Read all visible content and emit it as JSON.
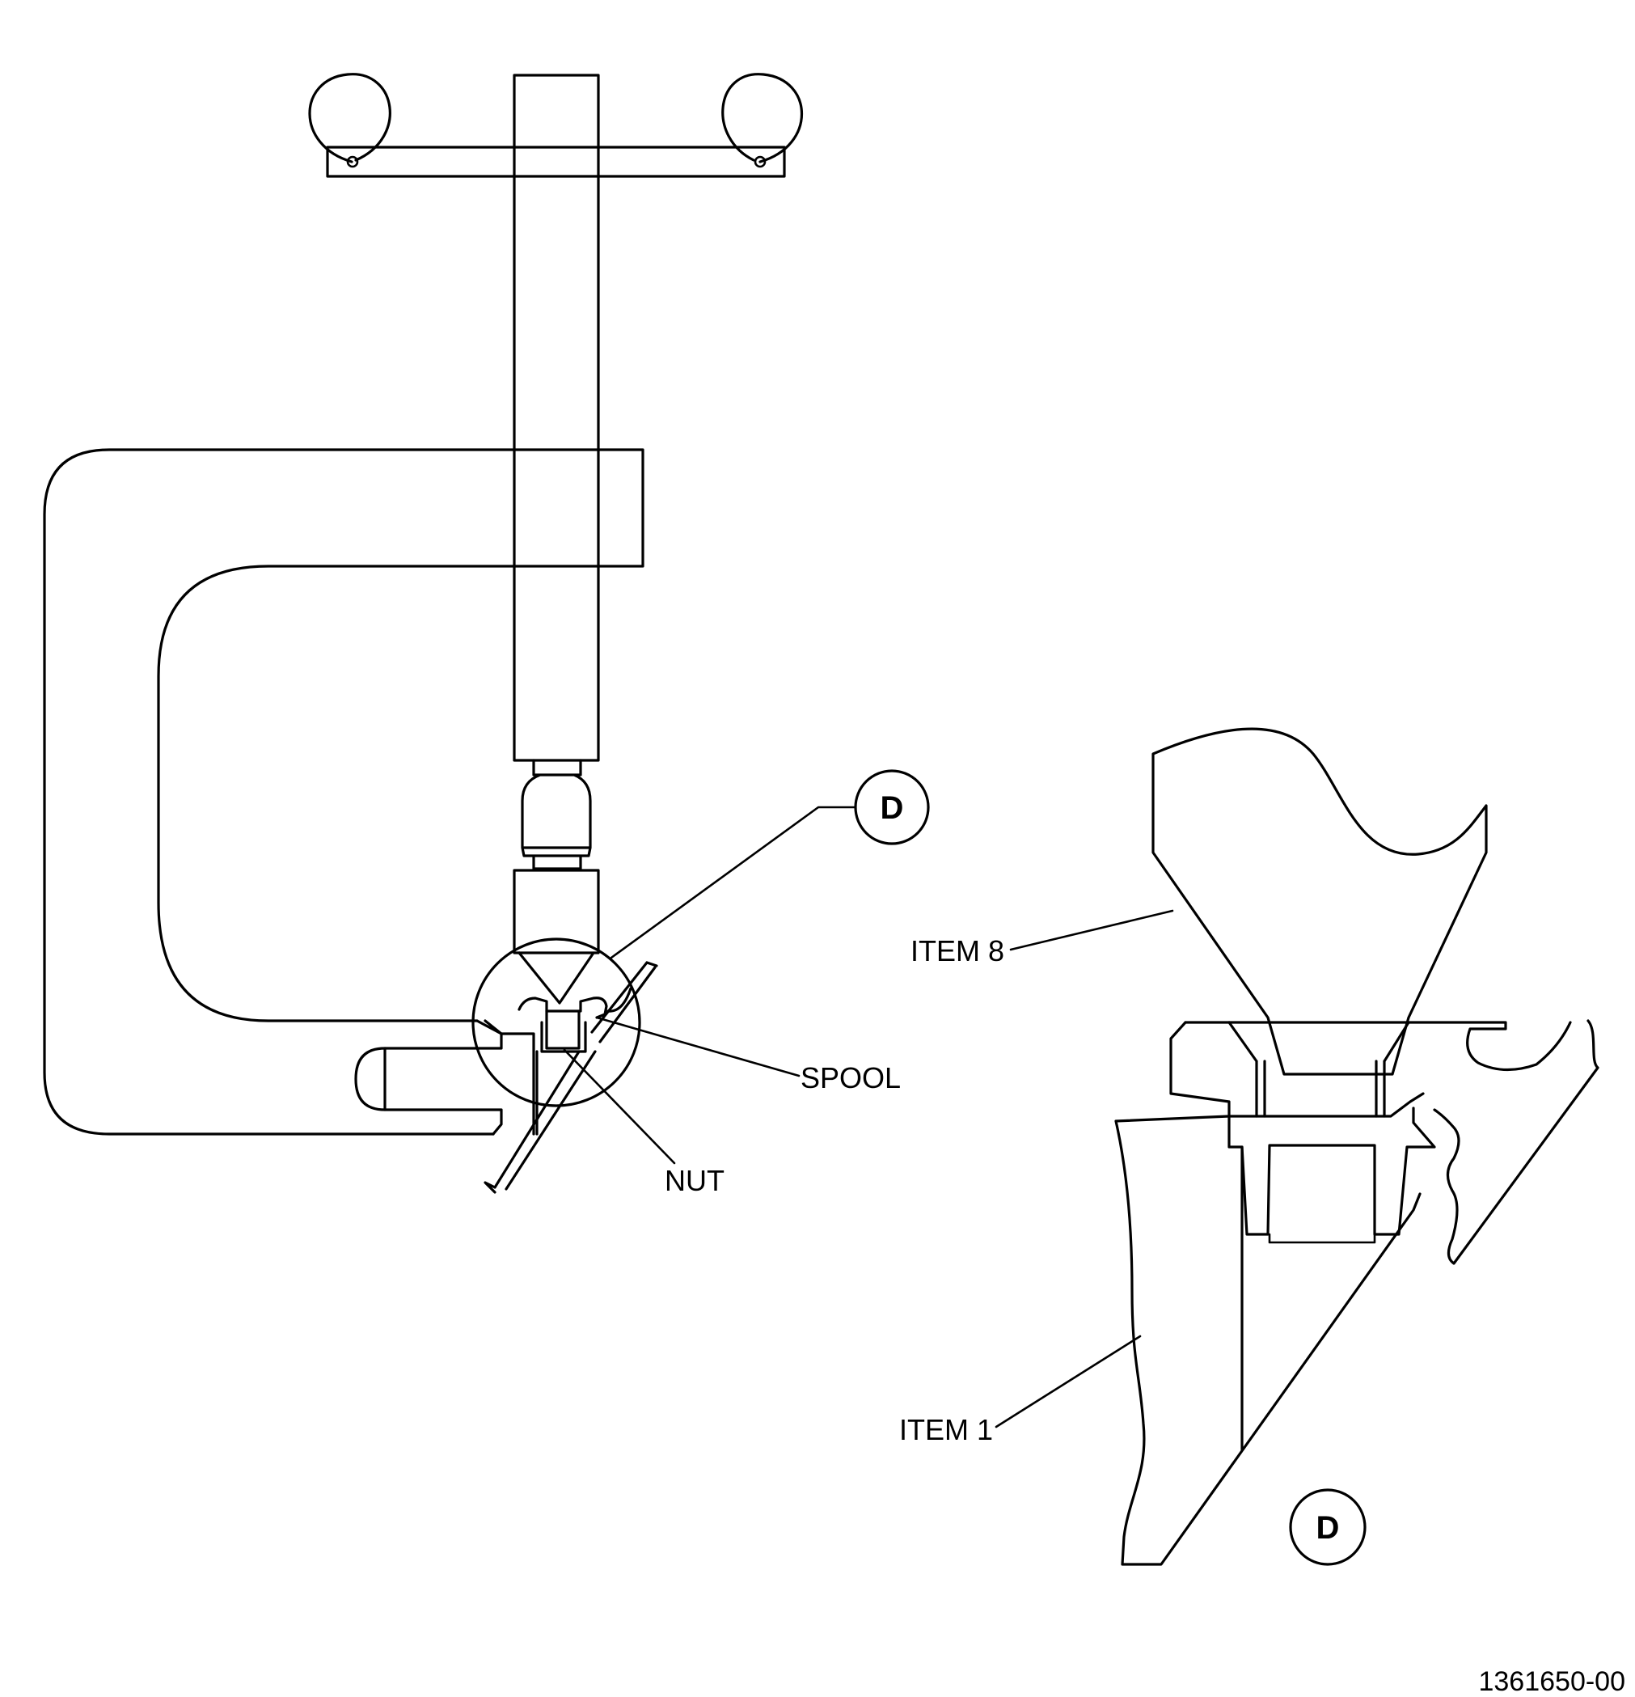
{
  "labels": {
    "spool": "SPOOL",
    "nut": "NUT",
    "item8": "ITEM 8",
    "item1": "ITEM 1"
  },
  "detail_callout": "D",
  "detail_view_label": "D",
  "figure_number": "1361650-00"
}
